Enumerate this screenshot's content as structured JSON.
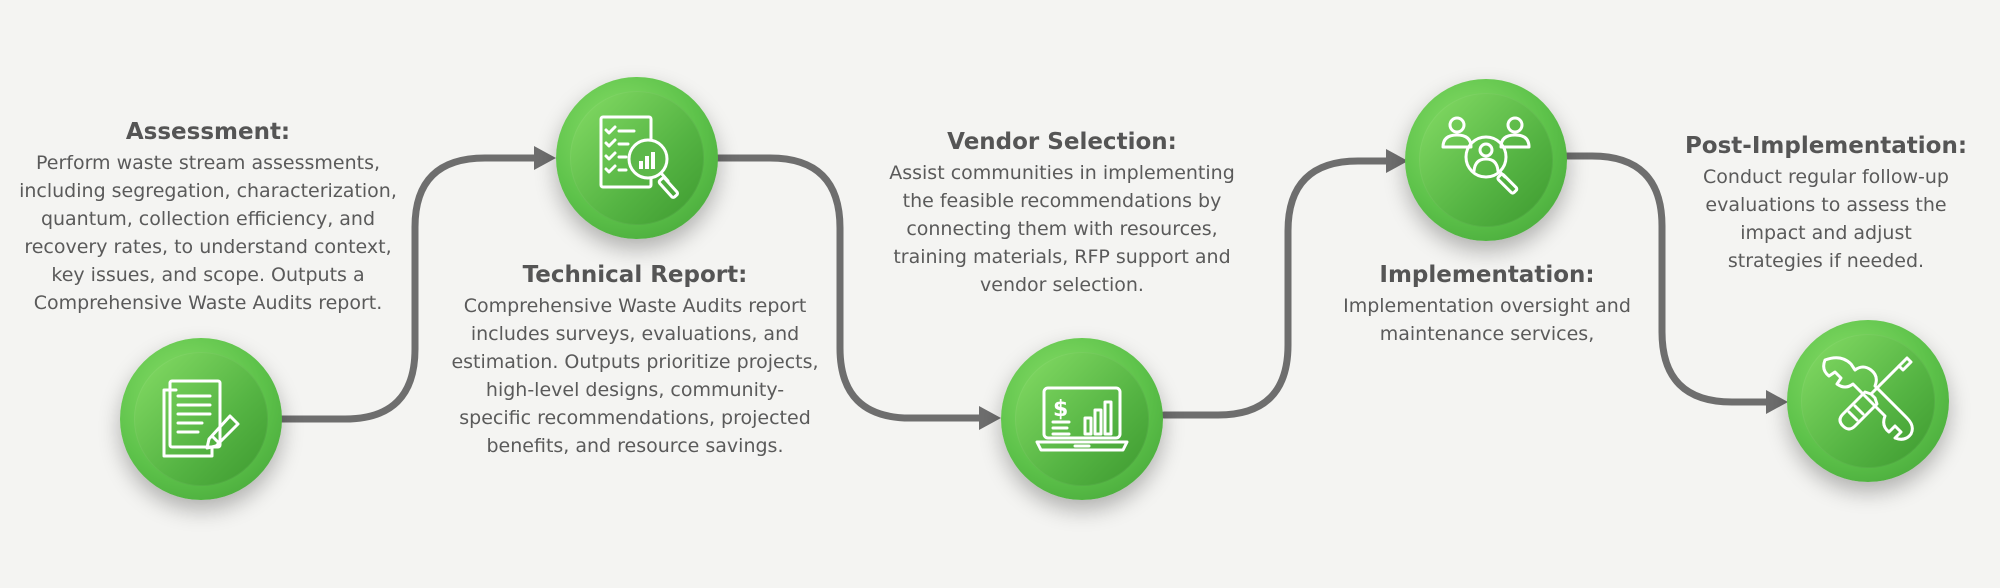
{
  "colors": {
    "background": "#f4f4f2",
    "connector": "#6e6e6e",
    "circle_light": "#86dd66",
    "circle_dark": "#3f9e34",
    "text": "#555555"
  },
  "steps": [
    {
      "title": "Assessment:",
      "lines": [
        "Perform waste stream assessments,",
        "including segregation, characterization,",
        "quantum, collection efficiency, and",
        "recovery rates, to understand context,",
        "key issues, and scope. Outputs a",
        "Comprehensive Waste Audits report."
      ],
      "icon": "document-pen-icon"
    },
    {
      "title": "Technical Report:",
      "lines": [
        "Comprehensive Waste Audits report",
        "includes surveys, evaluations, and",
        "estimation. Outputs prioritize projects,",
        "high-level designs, community-",
        "specific recommendations, projected",
        "benefits, and resource savings."
      ],
      "icon": "checklist-magnifier-icon"
    },
    {
      "title": "Vendor Selection:",
      "lines": [
        "Assist communities in implementing",
        "the feasible recommendations by",
        "connecting them with resources,",
        "training materials, RFP support and",
        "vendor selection."
      ],
      "icon": "laptop-dollar-chart-icon"
    },
    {
      "title": "Implementation:",
      "lines": [
        "Implementation oversight and",
        "maintenance services,"
      ],
      "icon": "people-search-icon"
    },
    {
      "title": "Post-Implementation:",
      "lines": [
        "Conduct regular follow-up",
        "evaluations to assess the",
        "impact and adjust",
        "strategies if needed."
      ],
      "icon": "wrench-screwdriver-icon"
    }
  ]
}
